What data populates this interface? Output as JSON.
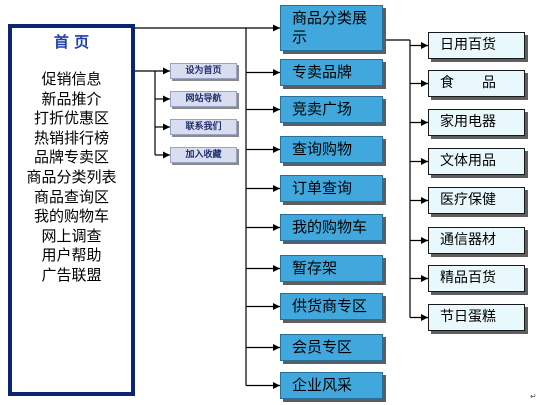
{
  "home": {
    "title": "首 页",
    "items": [
      "促销信息",
      "新品推介",
      "打折优惠区",
      "热销排行榜",
      "品牌专卖区",
      "商品分类列表",
      "商品查询区",
      "我的购物车",
      "网上调查",
      "用户帮助",
      "广告联盟"
    ]
  },
  "utility_links": [
    "设为首页",
    "网站导航",
    "联系我们",
    "加入收藏"
  ],
  "main_sections": [
    "商品分类展示",
    "专卖品牌",
    "竞卖广场",
    "查询购物",
    "订单查询",
    "我的购物车",
    "暂存架",
    "供货商专区",
    "会员专区",
    "企业风采"
  ],
  "category_subsections": [
    "日用百货",
    "食　　品",
    "家用电器",
    "文体用品",
    "医疗保健",
    "通信器材",
    "精品百货",
    "节日蛋糕"
  ],
  "marks": {
    "paragraph_mark": "↵"
  },
  "colors": {
    "home_border": "#0c2472",
    "home_title": "#1e3fae",
    "main_fill": "#40a8dd",
    "main_border": "#2a6f98",
    "sub_fill": "#e8f8fd",
    "sub_border": "#1a1a1a",
    "util_fill": "#d8ddf0",
    "util_text": "#22306c",
    "connector": "#000000",
    "shadow": "#5e5e5e"
  }
}
